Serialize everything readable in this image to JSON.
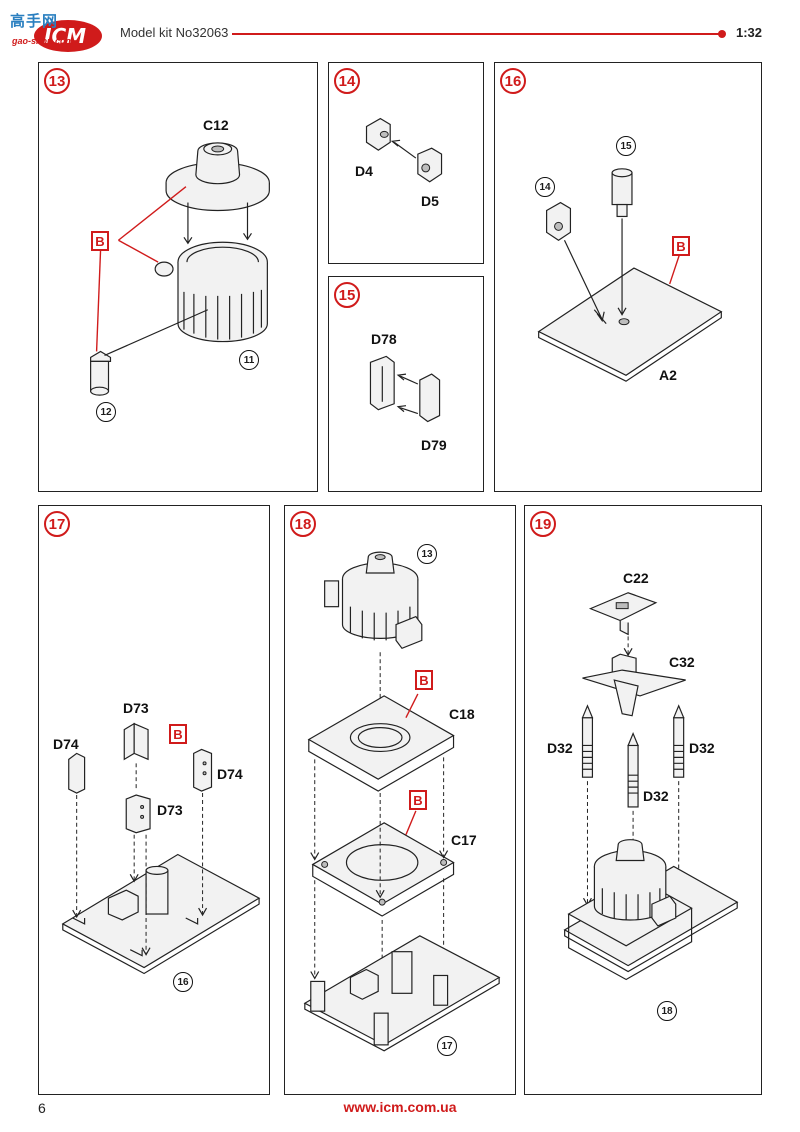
{
  "header": {
    "watermark": "高手网",
    "watermark_sub": "gao-shou.com",
    "kit_title": "Model kit No32063",
    "scale": "1:32",
    "brand_colors": {
      "accent": "#d01b1b",
      "watermark": "#2a7fc0"
    }
  },
  "footer": {
    "page_number": "6",
    "url": "www.icm.com.ua"
  },
  "steps": {
    "s13": {
      "num": "13",
      "part_c12": "C12",
      "glue": "B",
      "ref_11": "11",
      "ref_12": "12"
    },
    "s14": {
      "num": "14",
      "part_d4": "D4",
      "part_d5": "D5"
    },
    "s15": {
      "num": "15",
      "part_d78": "D78",
      "part_d79": "D79"
    },
    "s16": {
      "num": "16",
      "ref_14": "14",
      "ref_15": "15",
      "glue": "B",
      "part_a2": "A2"
    },
    "s17": {
      "num": "17",
      "part_d73_top": "D73",
      "glue": "B",
      "part_d74_left": "D74",
      "part_d74_right": "D74",
      "part_d73_bottom": "D73",
      "ref_16": "16"
    },
    "s18": {
      "num": "18",
      "ref_13": "13",
      "glue_1": "B",
      "part_c18": "C18",
      "glue_2": "B",
      "part_c17": "C17",
      "ref_17": "17"
    },
    "s19": {
      "num": "19",
      "part_c22": "C22",
      "part_c32": "C32",
      "part_d32_left": "D32",
      "part_d32_right": "D32",
      "part_d32_mid": "D32",
      "ref_18": "18"
    }
  }
}
